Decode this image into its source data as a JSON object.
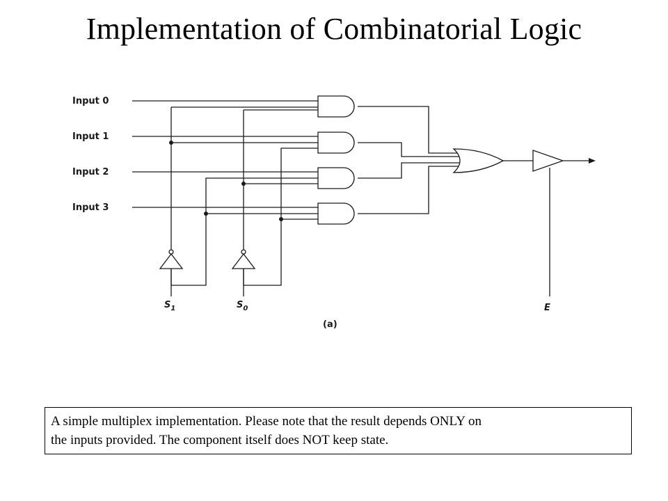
{
  "slide": {
    "title": "Implementation of Combinatorial Logic"
  },
  "diagram": {
    "inputs": [
      "Input 0",
      "Input 1",
      "Input 2",
      "Input 3"
    ],
    "select_labels": [
      "S1",
      "S0"
    ],
    "enable_label": "E",
    "caption": "(a)"
  },
  "note": {
    "lines": [
      "A simple multiplex implementation. Please note that the result depends ONLY on",
      "the inputs provided. The component itself does NOT keep state."
    ]
  }
}
